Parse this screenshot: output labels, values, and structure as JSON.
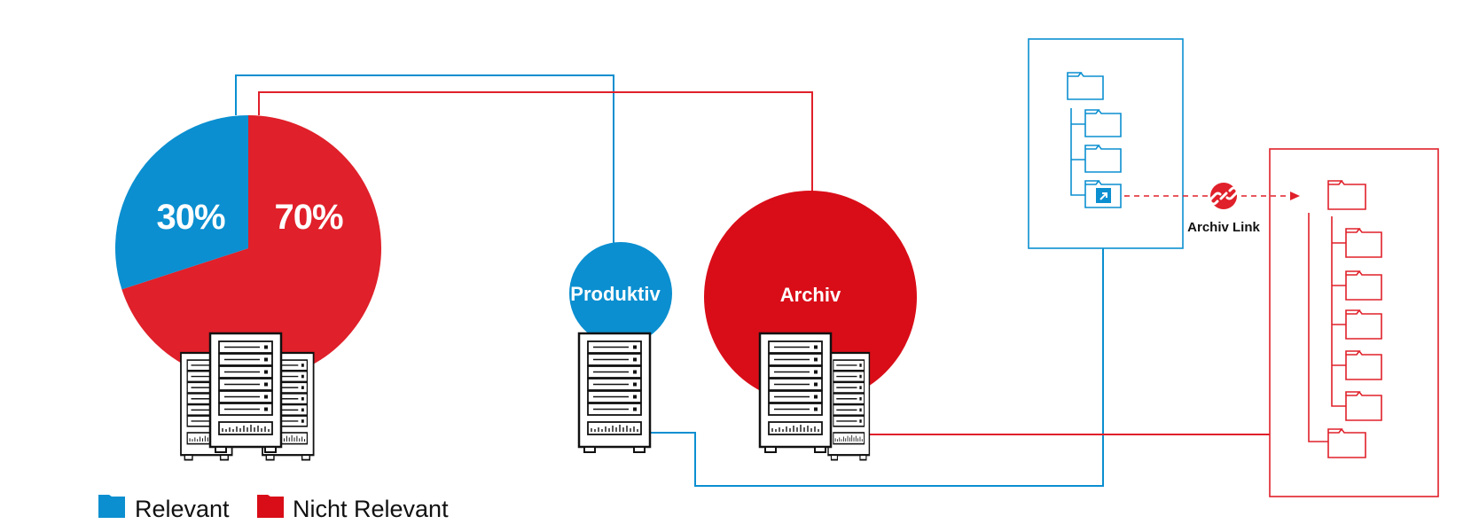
{
  "colors": {
    "relevant": "#0b8fd0",
    "not_relevant": "#e0202a",
    "archiv": "#d90d18",
    "ink": "#111111"
  },
  "pie": {
    "relevant_label": "30%",
    "not_relevant_label": "70%",
    "relevant_percent": 30,
    "not_relevant_percent": 70
  },
  "nodes": {
    "produktiv": "Produktiv",
    "archiv": "Archiv"
  },
  "link": {
    "label": "Archiv Link"
  },
  "legend": {
    "relevant": "Relevant",
    "not_relevant": "Nicht Relevant"
  }
}
